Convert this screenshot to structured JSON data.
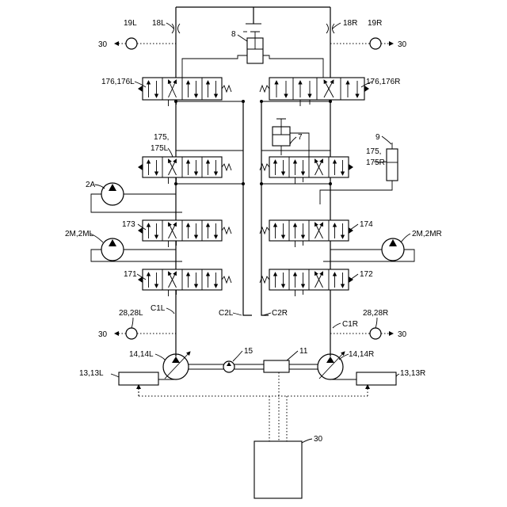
{
  "labels": {
    "l19L": "19L",
    "l18L": "18L",
    "l18R": "18R",
    "l19R": "19R",
    "l30a": "30",
    "l30b": "30",
    "l30c": "30",
    "l30d": "30",
    "l30e": "30",
    "l8": "8",
    "l7": "7",
    "l9": "9",
    "l176L": "176,176L",
    "l176R": "176,176R",
    "l175La": "175,",
    "l175Lb": "175L",
    "l175Ra": "175,",
    "l175Rb": "175R",
    "l2A": "2A",
    "l173": "173",
    "l174": "174",
    "l2ML": "2M,2ML",
    "l2MR": "2M,2MR",
    "l171": "171",
    "l172": "172",
    "l28L": "28,28L",
    "l28R": "28,28R",
    "lC1L": "C1L",
    "lC2L": "C2L",
    "lC2R": "C2R",
    "lC1R": "C1R",
    "l14L": "14,14L",
    "l15": "15",
    "l11": "11",
    "l14R": "14,14R",
    "l13L": "13,13L",
    "l13R": "13,13R"
  },
  "icons": [
    "check-valve-icon",
    "spring-icon",
    "pump-icon",
    "motor-icon",
    "cylinder-icon",
    "orifice-icon"
  ]
}
